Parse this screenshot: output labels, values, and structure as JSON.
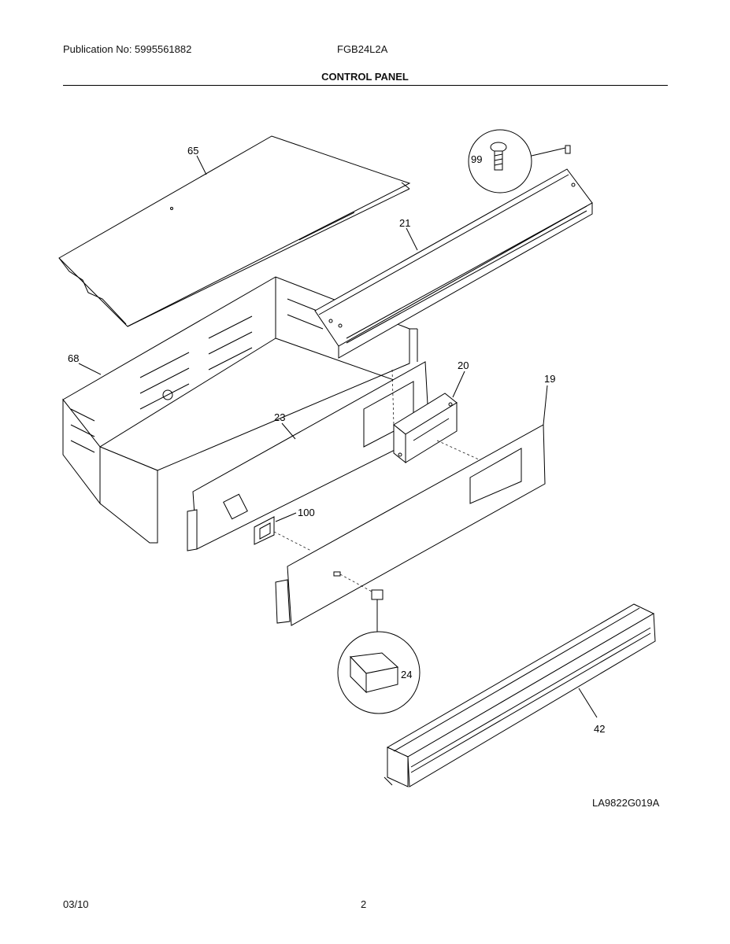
{
  "header": {
    "publication": "Publication No: 5995561882",
    "model": "FGB24L2A",
    "title": "CONTROL PANEL"
  },
  "callouts": {
    "p65": "65",
    "p99": "99",
    "p21": "21",
    "p68": "68",
    "p20": "20",
    "p19": "19",
    "p23": "23",
    "p100": "100",
    "p24": "24",
    "p42": "42"
  },
  "diagram_code": "LA9822G019A",
  "footer": {
    "date": "03/10",
    "page": "2"
  }
}
